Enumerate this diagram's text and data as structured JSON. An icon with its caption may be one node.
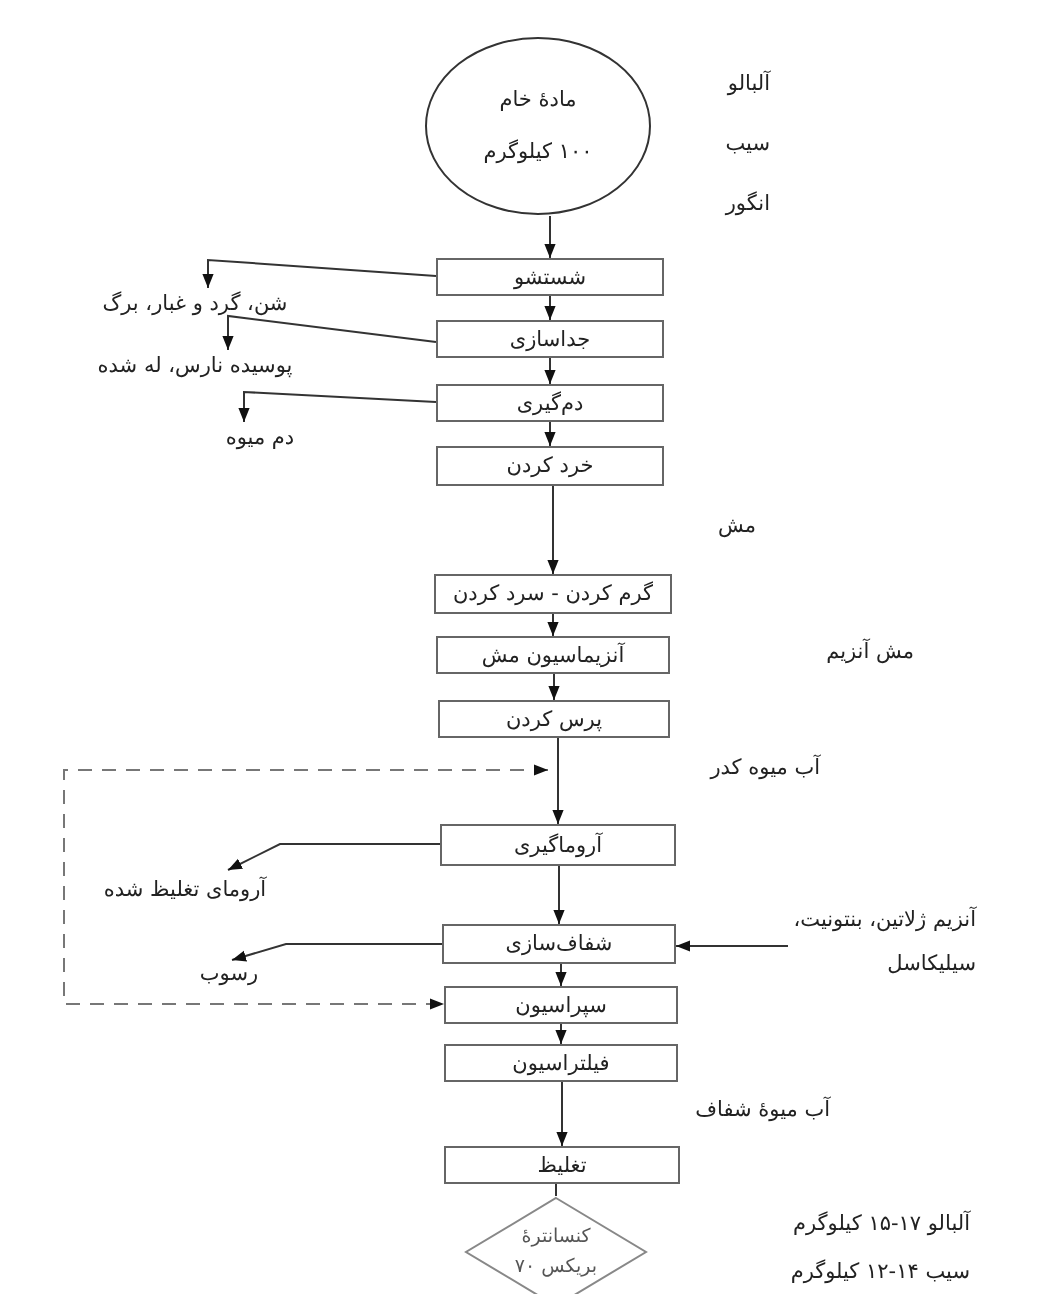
{
  "diagram": {
    "nodes": [
      {
        "text": [
          "مادهٔ خام",
          "۱۰۰ کیلوگرم"
        ]
      },
      {
        "text": [
          "شستشو"
        ]
      },
      {
        "text": [
          "جداسازی"
        ]
      },
      {
        "text": [
          "دم‌گیری"
        ]
      },
      {
        "text": [
          "خرد کردن"
        ]
      },
      {
        "text": [
          "گرم کردن - سرد کردن"
        ]
      },
      {
        "text": [
          "آنزیماسیون مش"
        ]
      },
      {
        "text": [
          "پرس کردن"
        ]
      },
      {
        "text": [
          "آروماگیری"
        ]
      },
      {
        "text": [
          "شفاف‌سازی"
        ]
      },
      {
        "text": [
          "سپراسیون"
        ]
      },
      {
        "text": [
          "فیلتراسیون"
        ]
      },
      {
        "text": [
          "تغلیظ"
        ]
      },
      {
        "text": [
          "کنسانترهٔ بریکس ۷۰"
        ]
      },
      {
        "text": [
          "شن، گرد و غبار، برگ"
        ]
      },
      {
        "text": [
          "پوسیده نارس، له شده"
        ]
      },
      {
        "text": [
          "دم میوه"
        ]
      },
      {
        "text": [
          "آرومای تغلیظ شده"
        ]
      },
      {
        "text": [
          "رسوب"
        ]
      },
      {
        "text": [
          "آنزیم ژلاتین، بنتونیت، سیلیکاسل"
        ]
      }
    ],
    "edges": [
      {
        "from": 0,
        "to": 1,
        "arrow": "to"
      },
      {
        "from": 1,
        "to": 2,
        "arrow": "to"
      },
      {
        "from": 2,
        "to": 3,
        "arrow": "to"
      },
      {
        "from": 3,
        "to": 4,
        "arrow": "to"
      },
      {
        "from": 4,
        "to": 5,
        "arrow": "to"
      },
      {
        "from": 5,
        "to": 6,
        "arrow": "to"
      },
      {
        "from": 6,
        "to": 7,
        "arrow": "to"
      },
      {
        "from": 7,
        "to": 8,
        "arrow": "to"
      },
      {
        "from": 8,
        "to": 9,
        "arrow": "to"
      },
      {
        "from": 9,
        "to": 10,
        "arrow": "to"
      },
      {
        "from": 10,
        "to": 11,
        "arrow": "to"
      },
      {
        "from": 11,
        "to": 12,
        "arrow": "to"
      },
      {
        "from": 12,
        "to": 13,
        "arrow": "none"
      },
      {
        "from": 1,
        "to": 14,
        "arrow": "to"
      },
      {
        "from": 2,
        "to": 15,
        "arrow": "to"
      },
      {
        "from": 3,
        "to": 16,
        "arrow": "to"
      },
      {
        "from": 8,
        "to": 17,
        "arrow": "to"
      },
      {
        "from": 9,
        "to": 18,
        "arrow": "to"
      },
      {
        "from": 19,
        "to": 9,
        "arrow": "to"
      },
      {
        "from": 7,
        "to": 10,
        "arrow": "both",
        "style": "dashed"
      }
    ],
    "labels": [
      "آلبالو",
      "سیب",
      "انگور",
      "مش",
      "مش آنزیم",
      "آب میوه کدر",
      "آب میوهٔ شفاف",
      "آلبالو ۱۷-۱۵ کیلوگرم",
      "سیب ۱۴-۱۲ کیلوگرم"
    ]
  }
}
